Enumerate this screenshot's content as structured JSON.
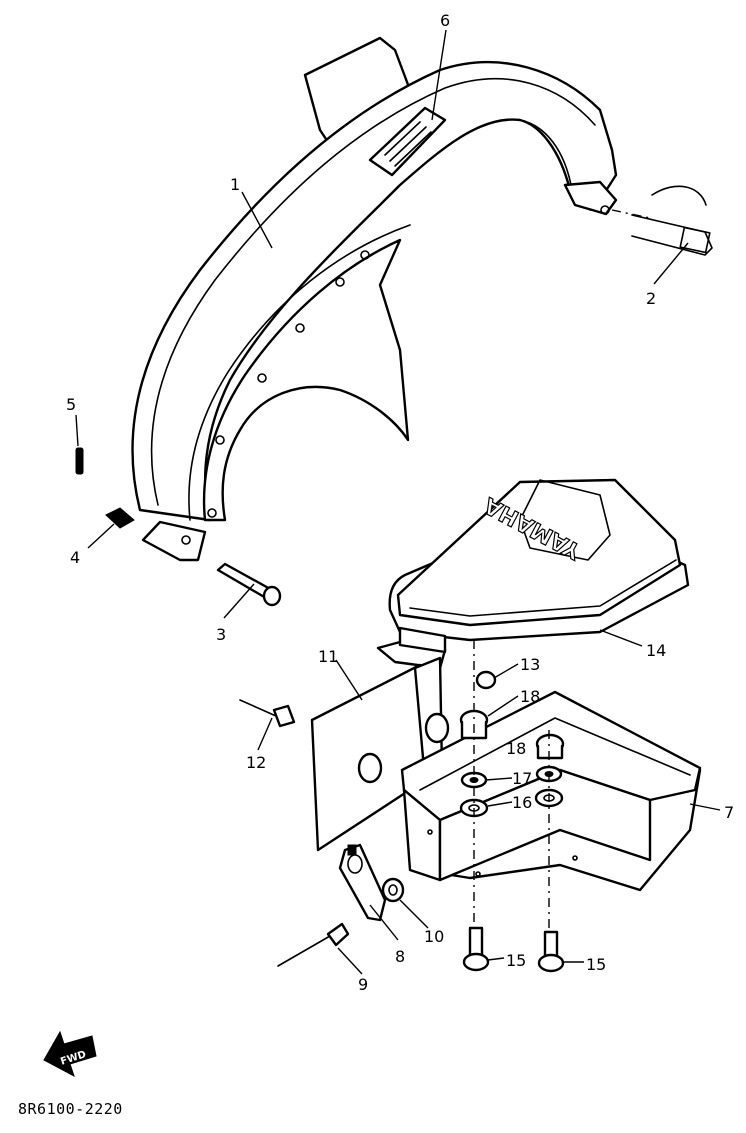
{
  "diagram_code": "8R6100-2220",
  "forward_arrow_label": "FWD",
  "emblem_text": "YAMAHA",
  "callouts": [
    {
      "id": "c1",
      "label": "1"
    },
    {
      "id": "c2",
      "label": "2"
    },
    {
      "id": "c3",
      "label": "3"
    },
    {
      "id": "c4",
      "label": "4"
    },
    {
      "id": "c5",
      "label": "5"
    },
    {
      "id": "c6",
      "label": "6"
    },
    {
      "id": "c7",
      "label": "7"
    },
    {
      "id": "c8",
      "label": "8"
    },
    {
      "id": "c9",
      "label": "9"
    },
    {
      "id": "c10",
      "label": "10"
    },
    {
      "id": "c11",
      "label": "11"
    },
    {
      "id": "c12",
      "label": "12"
    },
    {
      "id": "c13",
      "label": "13"
    },
    {
      "id": "c14",
      "label": "14"
    },
    {
      "id": "c15a",
      "label": "15"
    },
    {
      "id": "c15b",
      "label": "15"
    },
    {
      "id": "c16",
      "label": "16"
    },
    {
      "id": "c17",
      "label": "17"
    },
    {
      "id": "c18a",
      "label": "18"
    },
    {
      "id": "c18b",
      "label": "18"
    }
  ]
}
